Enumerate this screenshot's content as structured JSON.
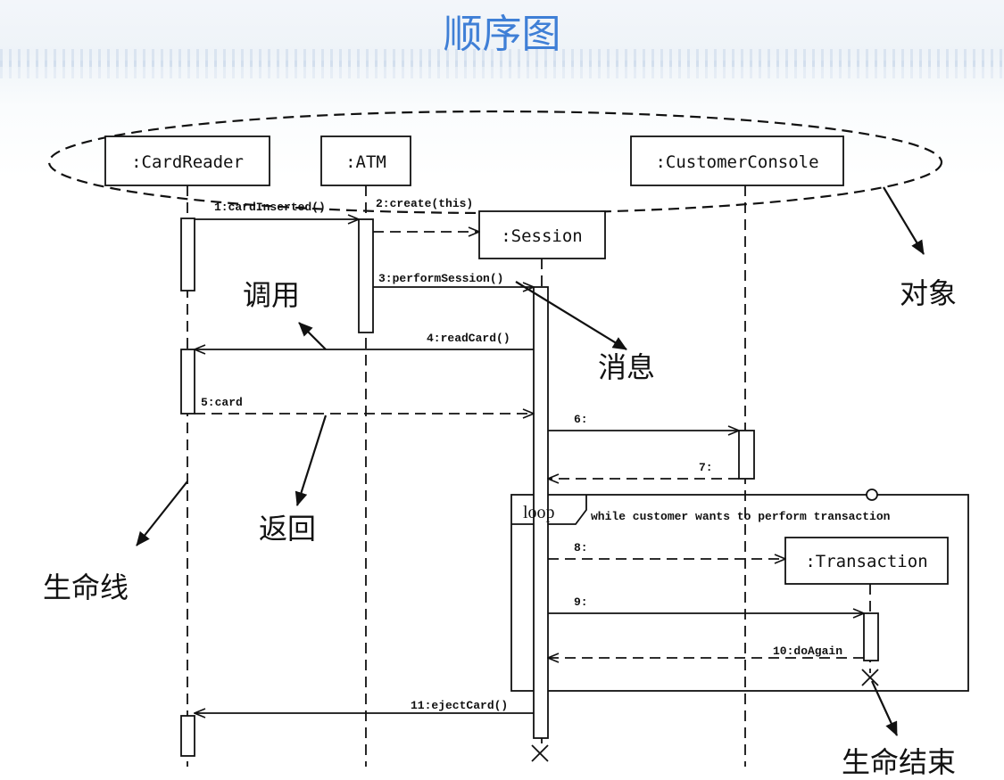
{
  "title": "顺序图",
  "objects": {
    "card_reader": ":CardReader",
    "atm": ":ATM",
    "customer_console": ":CustomerConsole",
    "session": ":Session",
    "transaction": ":Transaction"
  },
  "messages": {
    "m1": "1:cardInserted()",
    "m2": "2:create(this)",
    "m3": "3:performSession()",
    "m4": "4:readCard()",
    "m5": "5:card",
    "m6": "6:",
    "m7": "7:",
    "m8": "8:",
    "m9": "9:",
    "m10": "10:doAgain",
    "m11": "11:ejectCard()"
  },
  "loop": {
    "keyword": "loop",
    "guard": "while customer wants to perform transaction"
  },
  "annotations": {
    "objects": "对象",
    "call": "调用",
    "message": "消息",
    "return": "返回",
    "lifeline": "生命线",
    "end_of_life": "生命结束"
  },
  "colors": {
    "title": "#3f7fd6",
    "line": "#111111"
  }
}
